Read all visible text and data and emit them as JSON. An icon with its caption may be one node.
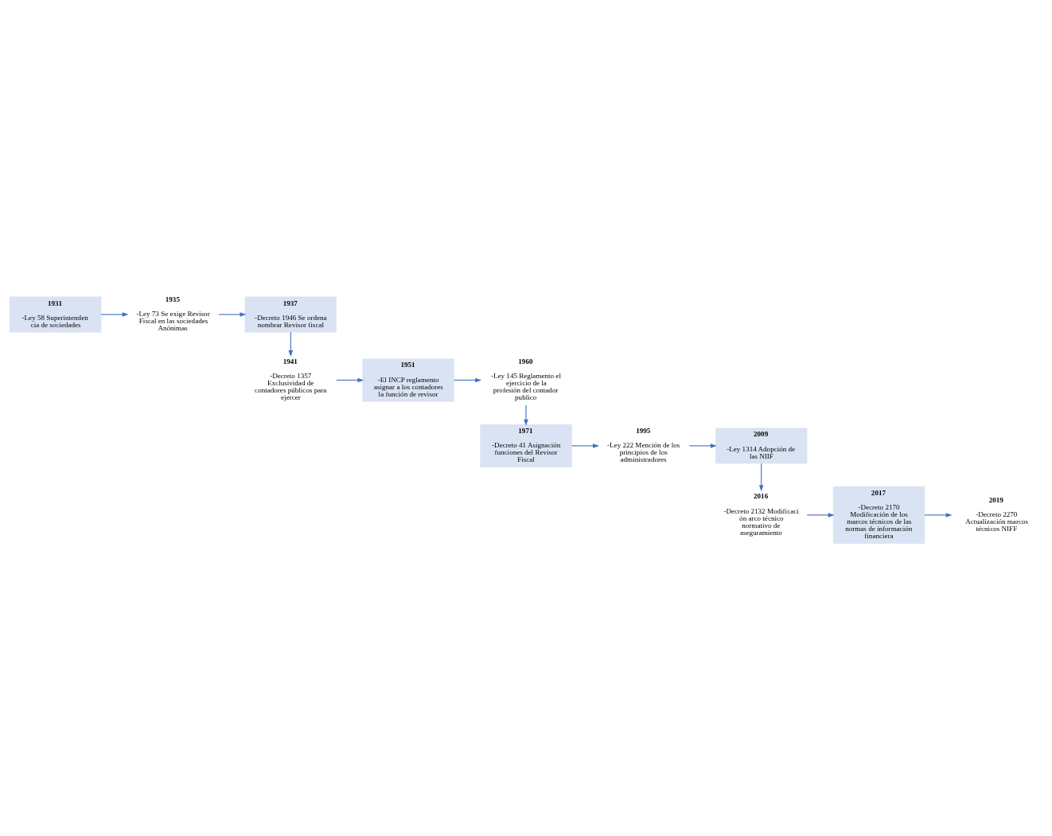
{
  "diagram": {
    "nodes": [
      {
        "text": [
          "1931",
          "-Ley 58 Superintenden cia de sociedades"
        ]
      },
      {
        "text": [
          "1935",
          "-Ley 73 Se exige Revisor Fiscal en las sociedades Anónimas"
        ]
      },
      {
        "text": [
          "1937",
          "-Decreto 1946 Se ordena nombrar Revisor fiscal"
        ]
      },
      {
        "text": [
          "1960",
          "-Ley 145 Reglamento el ejercicio de la profesión del contador publico"
        ]
      },
      {
        "text": [
          "1951",
          "-El INCP reglamento asignar a los contadores la función de revisor"
        ]
      },
      {
        "text": [
          "1941",
          "-Decreto 1357 Exclusividad de contadores públicos para ejercer"
        ]
      },
      {
        "text": [
          "1971",
          "-Decreto 41 Asignación funciones del Revisor Fiscal"
        ]
      },
      {
        "text": [
          "1995",
          "-Ley 222 Mención de los principios de los administradores"
        ]
      },
      {
        "text": [
          "2009",
          "-Ley 1314 Adopción de las NIIF"
        ]
      },
      {
        "text": [
          "2019",
          "-Decreto 2270 Actualización marcos técnicos NIFF"
        ]
      },
      {
        "text": [
          "2017",
          "-Decreto 2170 Modificación de los marcos técnicos de las normas de información financiera"
        ]
      },
      {
        "text": [
          "2016",
          "-Decreto 2132 Modificaci ón arco técnico normativo de aseguramiento"
        ]
      }
    ],
    "edges": [
      {
        "from": 0,
        "to": 1,
        "arrow": "to"
      },
      {
        "from": 1,
        "to": 2,
        "arrow": "to"
      },
      {
        "from": 2,
        "to": 5,
        "arrow": "to"
      },
      {
        "from": 5,
        "to": 4,
        "arrow": "to"
      },
      {
        "from": 4,
        "to": 3,
        "arrow": "to"
      },
      {
        "from": 3,
        "to": 6,
        "arrow": "to"
      },
      {
        "from": 6,
        "to": 7,
        "arrow": "to"
      },
      {
        "from": 7,
        "to": 8,
        "arrow": "to"
      },
      {
        "from": 8,
        "to": 11,
        "arrow": "to"
      },
      {
        "from": 11,
        "to": 10,
        "arrow": "to"
      },
      {
        "from": 10,
        "to": 9,
        "arrow": "to"
      }
    ]
  }
}
